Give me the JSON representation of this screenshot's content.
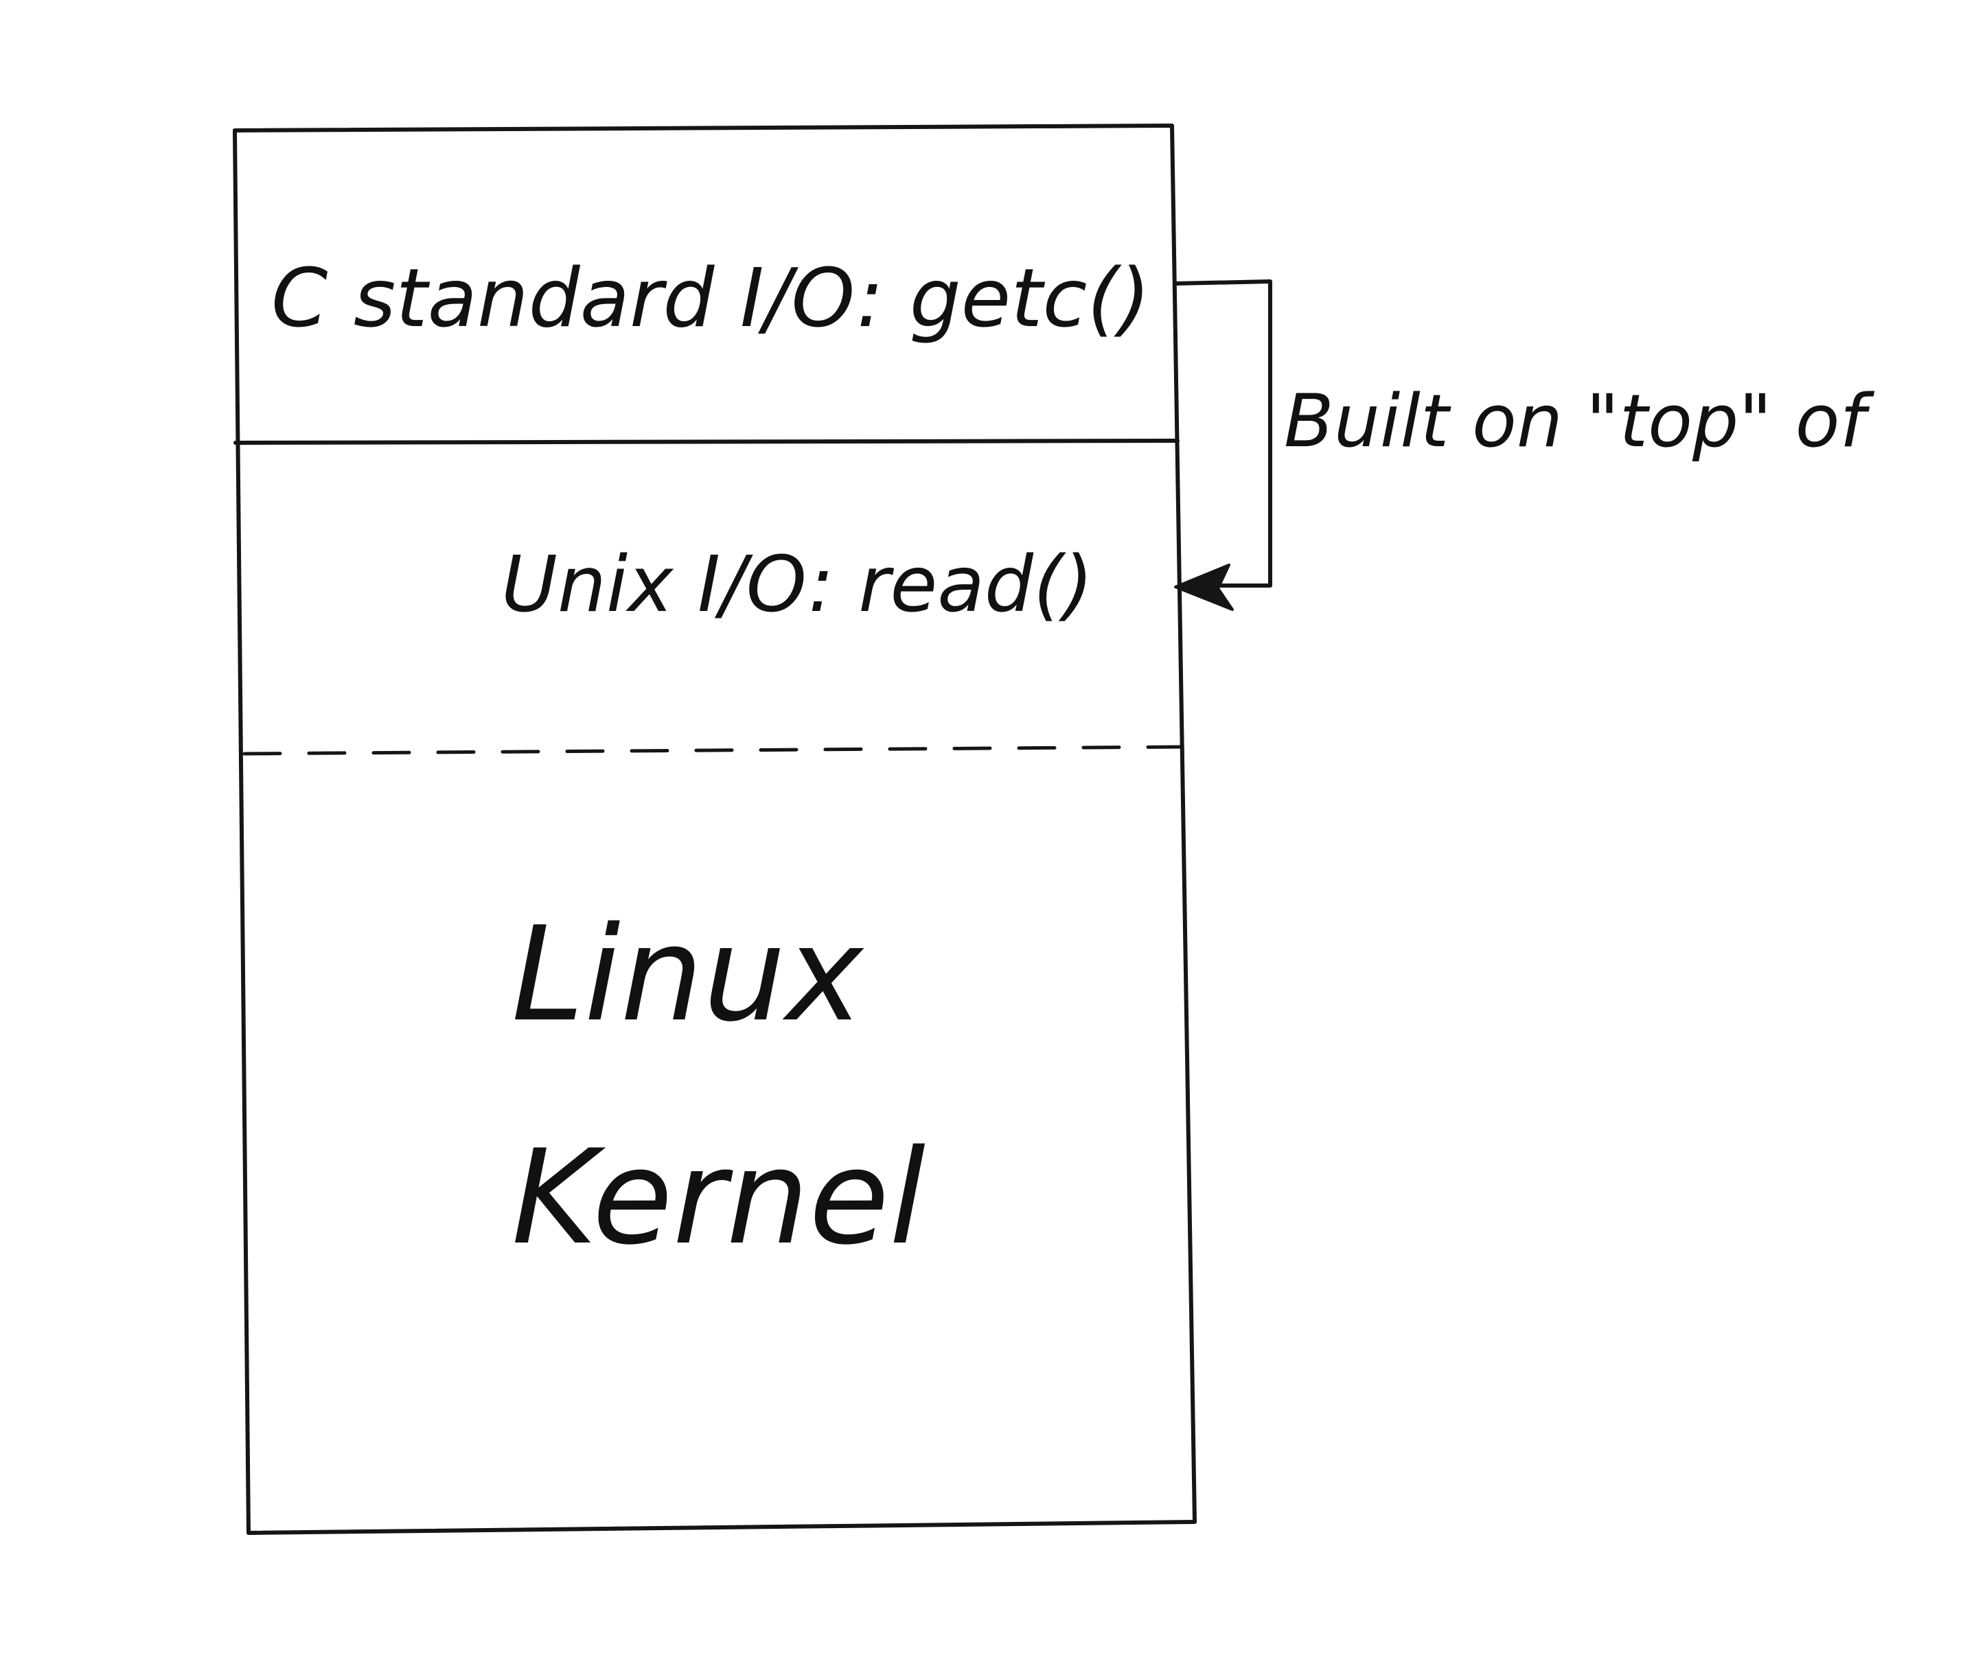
{
  "layers": {
    "top_label": "C standard I/O: getc()",
    "middle_label": "Unix I/O: read()",
    "bottom_line1": "Linux",
    "bottom_line2": "Kernel"
  },
  "annotation": {
    "text": "Built on \"top\" of"
  },
  "colors": {
    "ink": "#151515",
    "paper": "#ffffff"
  }
}
